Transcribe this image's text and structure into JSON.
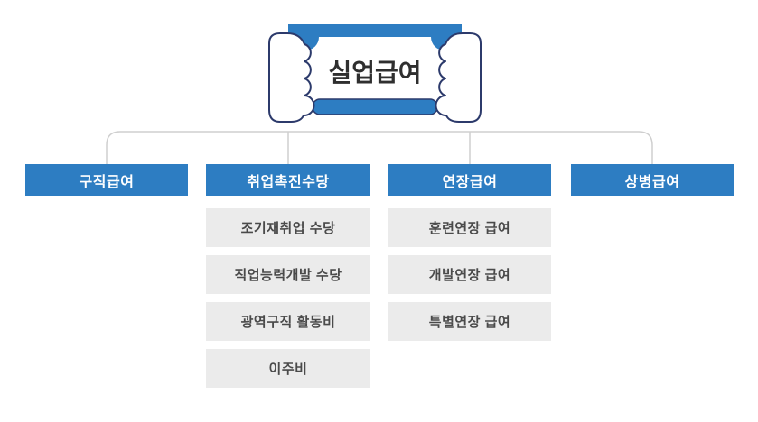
{
  "banner": {
    "title": "실업급여",
    "icon": "hands-holding-sign-icon"
  },
  "colors": {
    "primary_blue": "#2d7dc2",
    "hand_outline_navy": "#2c3a6b",
    "sub_box_gray": "#ebebeb",
    "sub_text_gray": "#4a4a4a",
    "connector_gray": "#cfcfcf",
    "title_text": "#2f2f2f",
    "main_box_text": "#ffffff"
  },
  "tree": {
    "columns": [
      {
        "label": "구직급여",
        "children": []
      },
      {
        "label": "취업촉진수당",
        "children": [
          "조기재취업 수당",
          "직업능력개발 수당",
          "광역구직 활동비",
          "이주비"
        ]
      },
      {
        "label": "연장급여",
        "children": [
          "훈련연장 급여",
          "개발연장 급여",
          "특별연장 급여"
        ]
      },
      {
        "label": "상병급여",
        "children": []
      }
    ]
  }
}
